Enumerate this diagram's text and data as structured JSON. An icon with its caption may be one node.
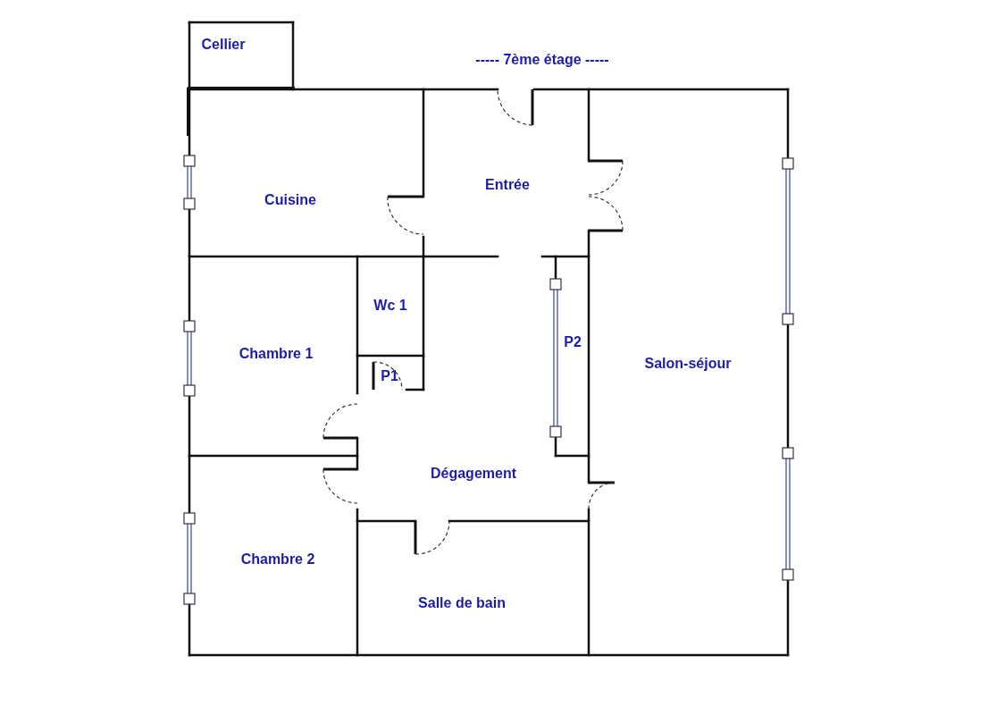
{
  "diagram": {
    "title": "----- 7ème étage -----",
    "nodes": [
      {
        "text": [
          "Cellier"
        ]
      },
      {
        "text": [
          "Cuisine"
        ]
      },
      {
        "text": [
          "Entrée"
        ]
      },
      {
        "text": [
          "Salon-séjour"
        ]
      },
      {
        "text": [
          "Wc 1"
        ]
      },
      {
        "text": [
          "Chambre 1"
        ]
      },
      {
        "text": [
          "P1"
        ]
      },
      {
        "text": [
          "P2"
        ]
      },
      {
        "text": [
          "Dégagement"
        ]
      },
      {
        "text": [
          "Chambre 2"
        ]
      },
      {
        "text": [
          "Salle de bain"
        ]
      }
    ],
    "edges": []
  }
}
